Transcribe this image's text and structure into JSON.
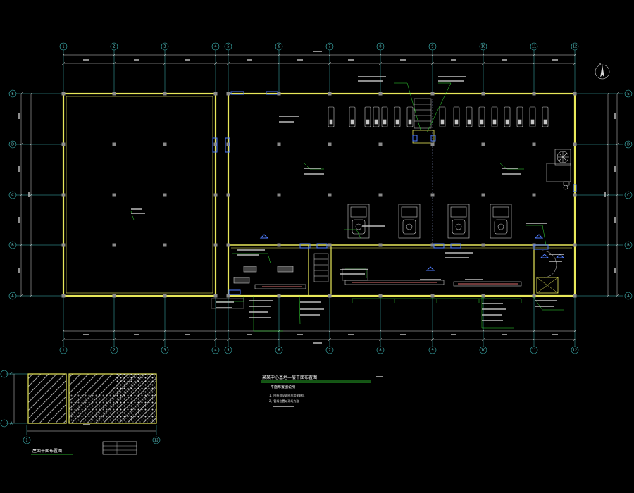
{
  "colors": {
    "background": "#000000",
    "wall": "#e8e85a",
    "axis": "#3fbcbc",
    "dim": "#d9d9d9",
    "leader": "#35e035",
    "equipment": "#c8c8c8",
    "fire": "#4f7dff",
    "column": "#8a8a8a"
  },
  "axes_columns": [
    "1",
    "2",
    "3",
    "4",
    "5",
    "6",
    "7",
    "8",
    "9",
    "10",
    "11",
    "12"
  ],
  "axes_rows": [
    "E",
    "D",
    "C",
    "B",
    "A"
  ],
  "small_plan_axes": {
    "columns": [
      "1",
      "12"
    ],
    "rows": [
      "C",
      "A"
    ]
  },
  "title_block": {
    "title": "某某中心基地—层平面布置图",
    "subtitle": "平面布置图说明",
    "note_1": "1、图纸详见说明及相关规范",
    "note_2": "2、管线位置以现场为准"
  },
  "small_plan_title": "屋面平面布置图",
  "north_label": "N",
  "icons": {
    "north": "north-arrow-icon",
    "fan": "fan-icon"
  }
}
